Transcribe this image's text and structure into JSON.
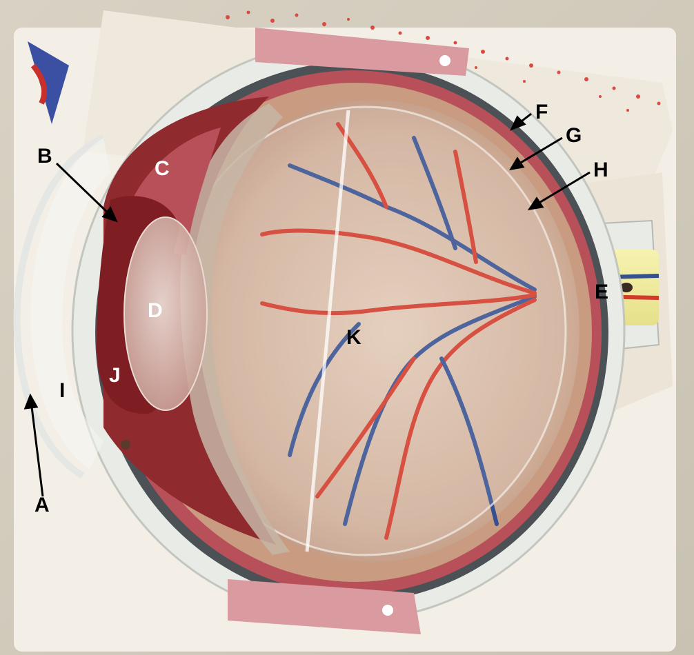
{
  "labels": {
    "A": "A",
    "B": "B",
    "C": "C",
    "D": "D",
    "E": "E",
    "F": "F",
    "G": "G",
    "H": "H",
    "I": "I",
    "J": "J",
    "K": "K"
  },
  "colors": {
    "sclera": "#e9ebe6",
    "choroid": "#b8505a",
    "retina": "#c99b80",
    "muscle": "#7e1d22",
    "vitreous": "#d7b9a6",
    "artery": "#d23a2a",
    "vein": "#35508f",
    "optic_nerve": "#f2ef9e"
  }
}
